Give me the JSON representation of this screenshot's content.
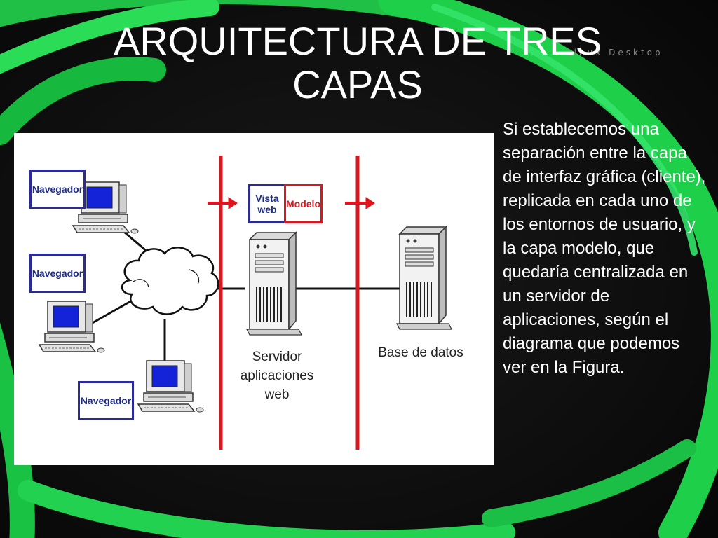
{
  "slide": {
    "title": "ARQUITECTURA DE TRES CAPAS",
    "watermark": "Linux Desktop",
    "body": "Si establecemos una separación entre la capa de interfaz gráfica (cliente), replicada en cada uno de los entornos de usuario, y la capa modelo, que quedaría centralizada en un servidor de aplicaciones, según el diagrama que podemos ver en la Figura."
  },
  "diagram": {
    "clients": [
      {
        "label": "Navegador"
      },
      {
        "label": "Navegador"
      },
      {
        "label": "Navegador"
      }
    ],
    "middle_tier": {
      "vista_label": "Vista web",
      "modelo_label": "Modelo",
      "caption": "Servidor aplicaciones web"
    },
    "data_tier": {
      "caption": "Base de datos"
    }
  },
  "colors": {
    "green": "#1ed34a",
    "divider_red": "#e0141c",
    "box_blue": "#2a2a9a"
  }
}
